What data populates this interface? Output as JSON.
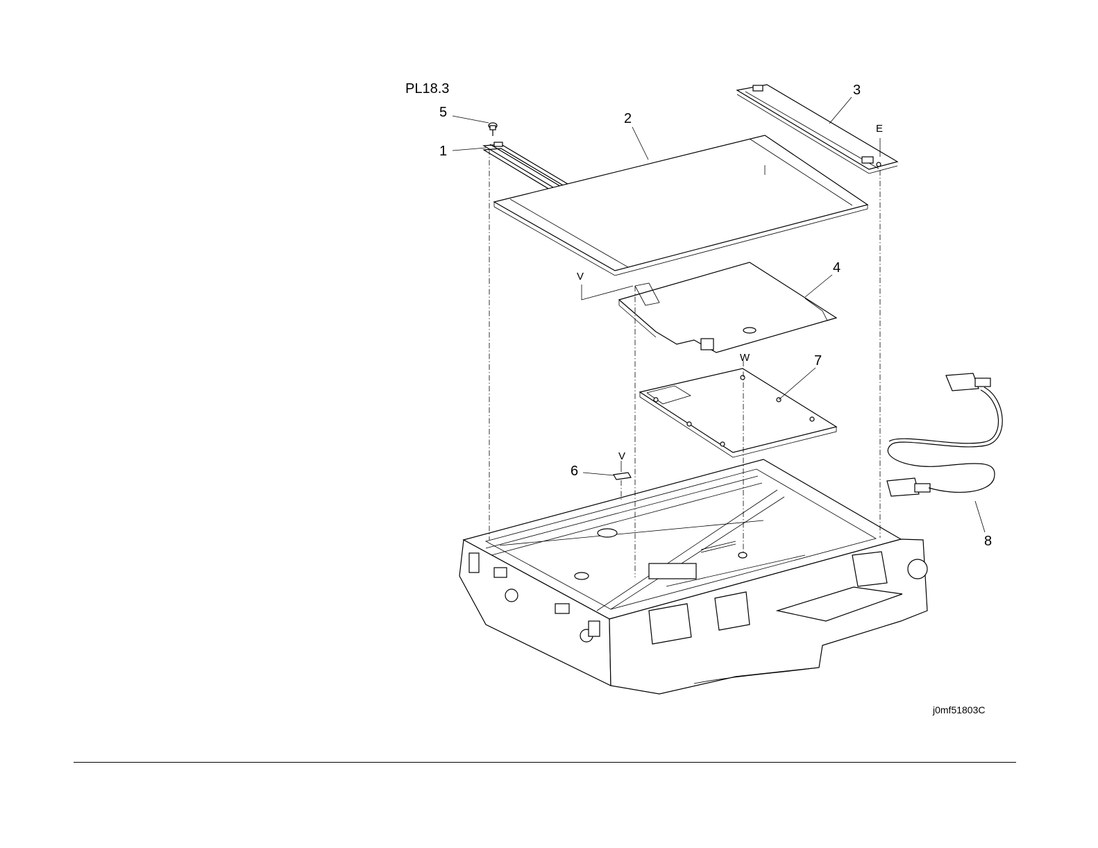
{
  "diagram": {
    "title": "PL18.3",
    "callouts": [
      {
        "id": "callout-1",
        "text": "1"
      },
      {
        "id": "callout-2",
        "text": "2"
      },
      {
        "id": "callout-3",
        "text": "3"
      },
      {
        "id": "callout-4",
        "text": "4"
      },
      {
        "id": "callout-5",
        "text": "5"
      },
      {
        "id": "callout-6",
        "text": "6"
      },
      {
        "id": "callout-7",
        "text": "7"
      },
      {
        "id": "callout-8",
        "text": "8"
      }
    ],
    "reference_letters": {
      "e": "E",
      "v_top": "V",
      "v_bottom": "V",
      "w": "W"
    },
    "figure_id": "j0mf51803C"
  }
}
